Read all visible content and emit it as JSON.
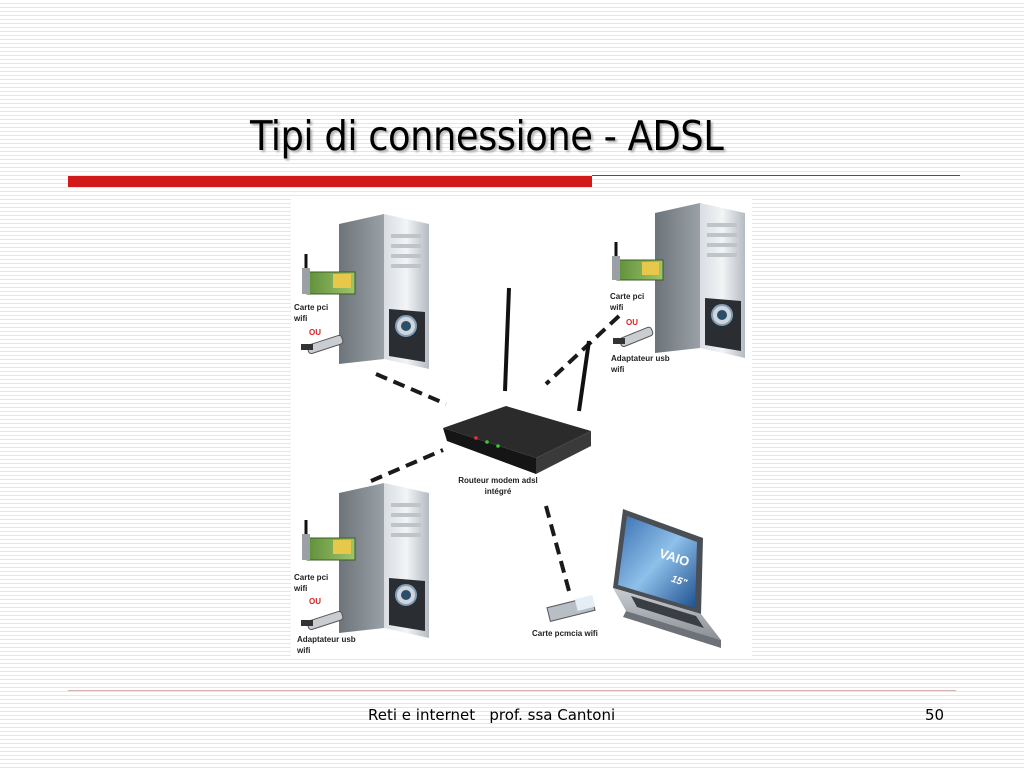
{
  "slide": {
    "title": "Tipi di connessione - ADSL",
    "footer": "Reti e internet   prof. ssa Cantoni",
    "page_number": "50"
  },
  "diagram": {
    "pc_top_left": {
      "line1": "Carte pci",
      "line2": "wifi",
      "or": "OU"
    },
    "pc_top_right": {
      "line1": "Carte pci",
      "line2": "wifi",
      "or": "OU",
      "line3": "Adaptateur usb",
      "line4": "wifi"
    },
    "pc_bottom_left": {
      "line1": "Carte pci",
      "line2": "wifi",
      "or": "OU",
      "line3": "Adaptateur usb",
      "line4": "wifi"
    },
    "router": {
      "line1": "Routeur modem adsl",
      "line2": "intégré"
    },
    "laptop": {
      "brand": "VAIO",
      "size": "15\"",
      "card": "Carte pcmcia wifi"
    }
  },
  "colors": {
    "accent_red": "#d21a1a"
  }
}
